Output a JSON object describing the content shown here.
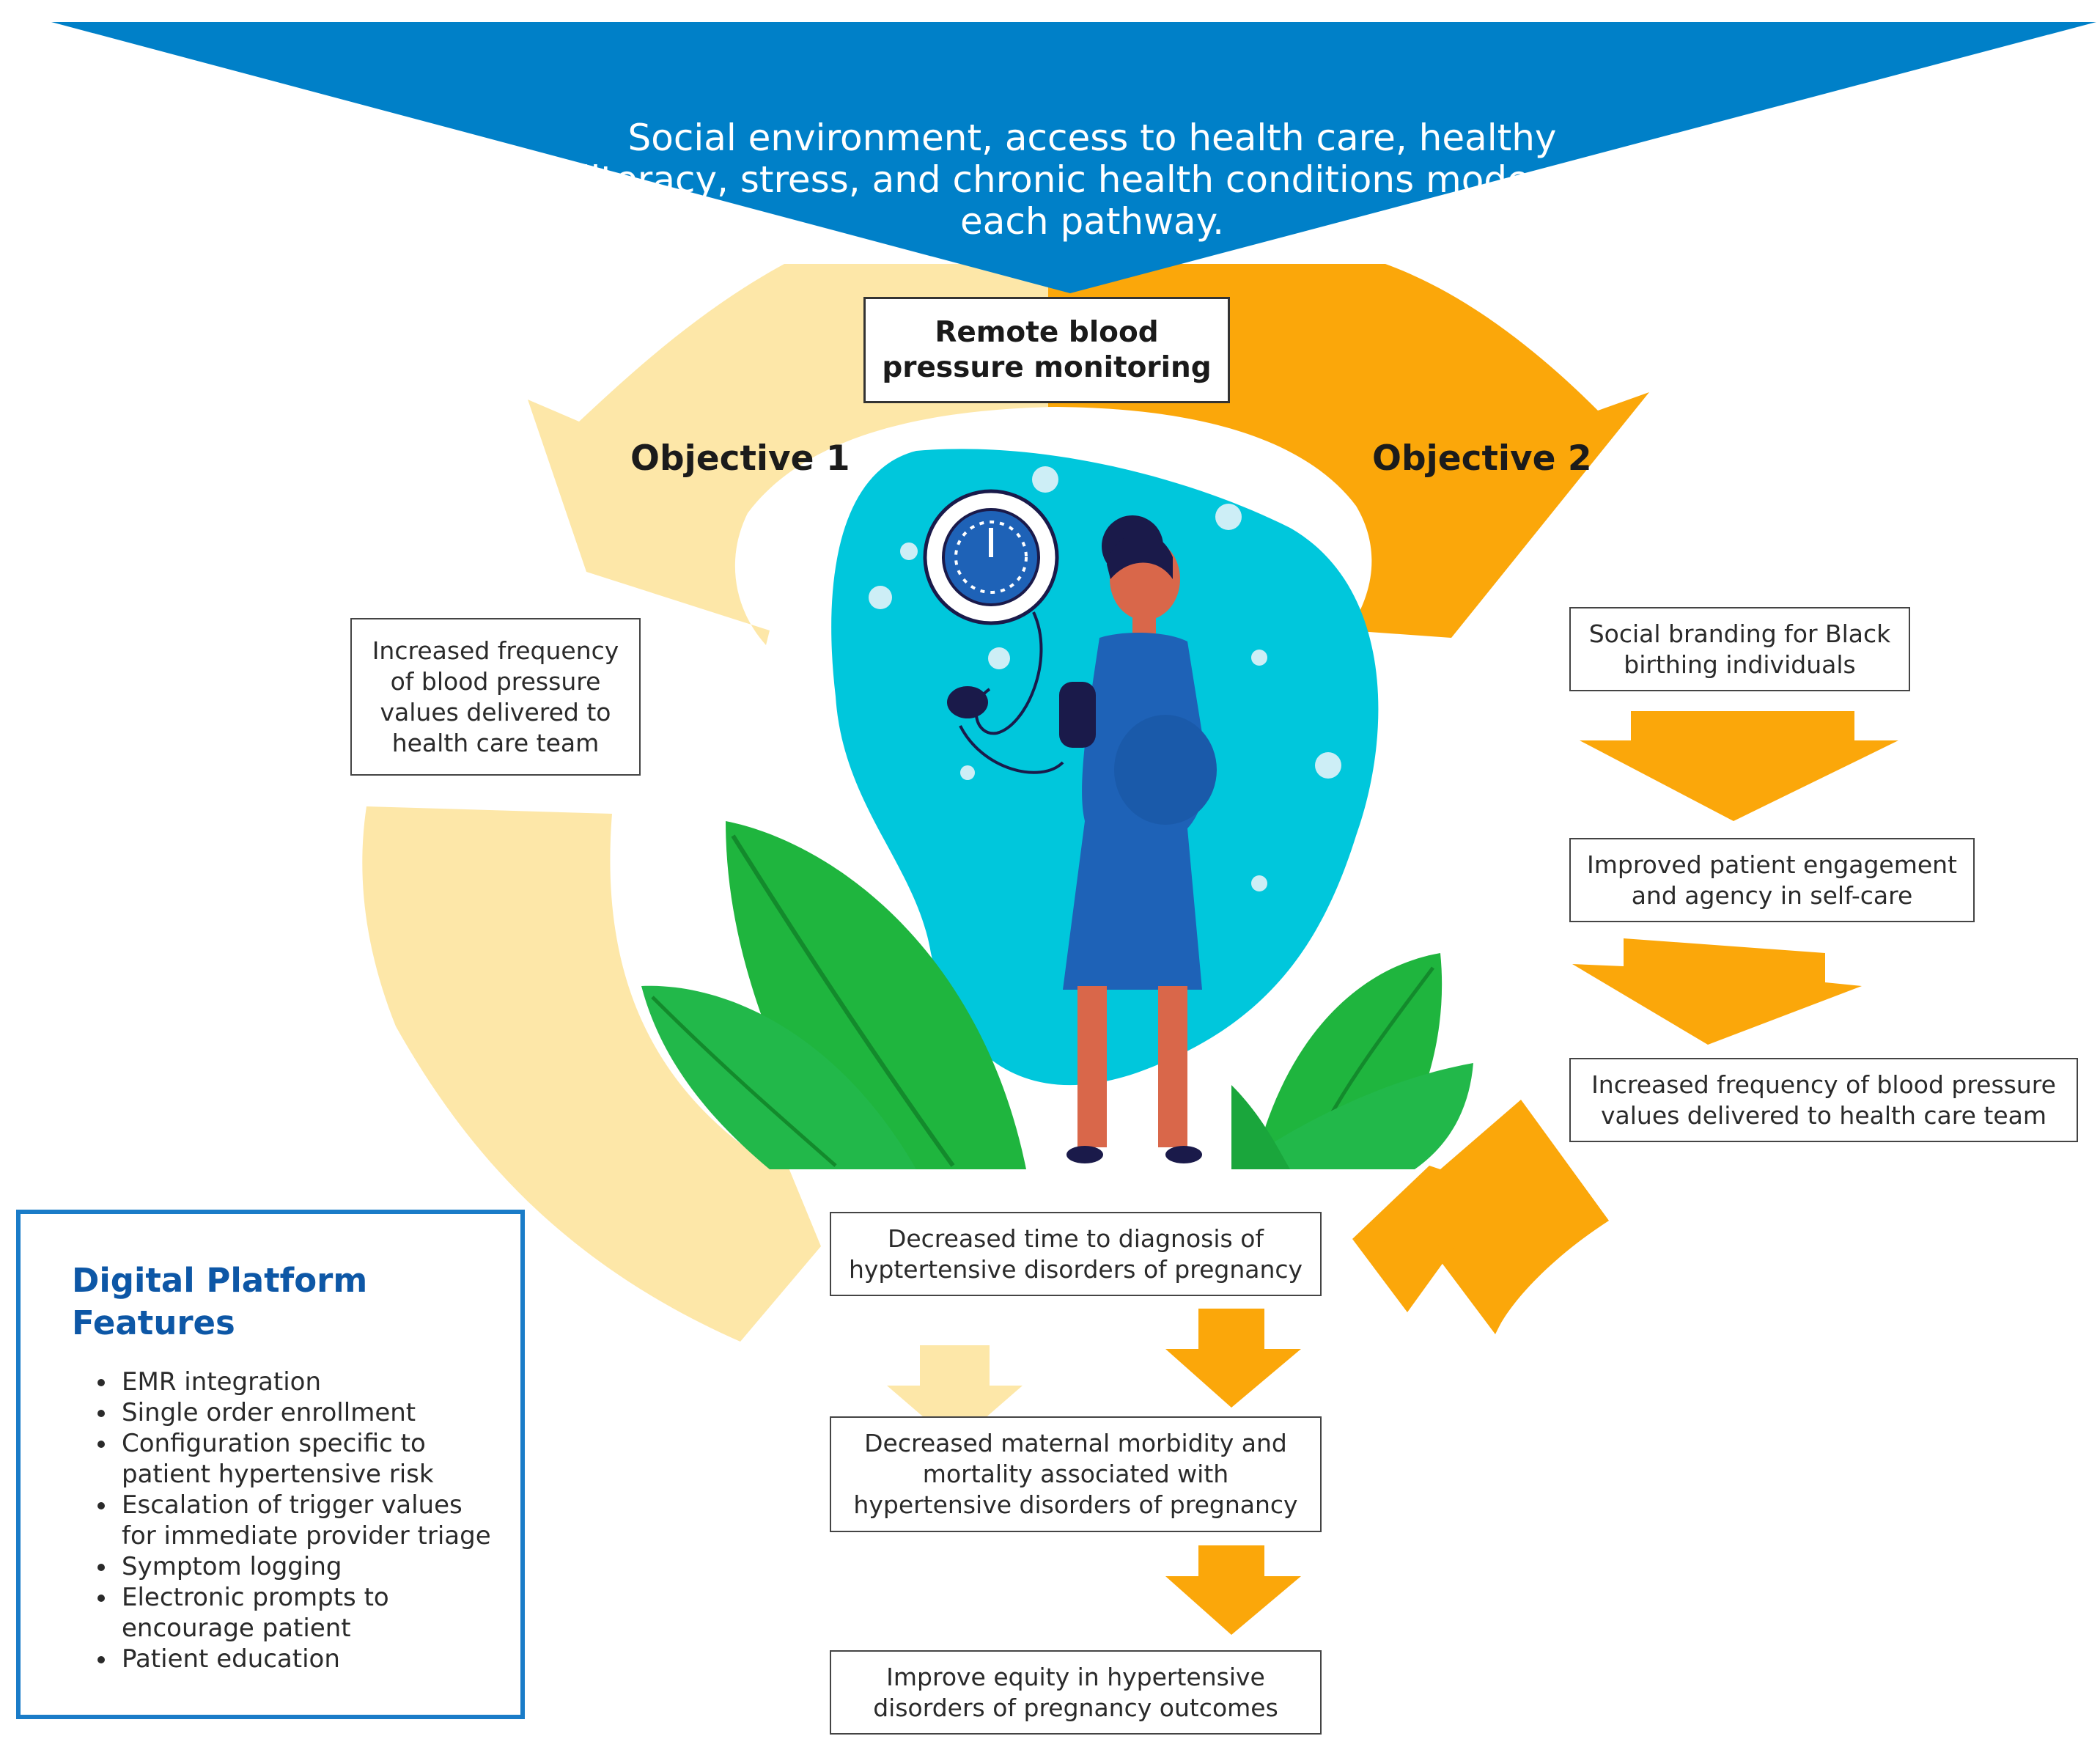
{
  "banner": {
    "text": "Social environment, access to health care, healthy literacy, stress, and chronic health conditions moderate each pathway."
  },
  "center": {
    "title": "Remote blood pressure monitoring"
  },
  "objective1": {
    "label": "Objective 1",
    "box": "Increased frequency of blood pressure values delivered to health care team"
  },
  "objective2": {
    "label": "Objective 2",
    "steps": [
      "Social branding for Black birthing individuals",
      "Improved patient engagement and agency in self-care",
      "Increased frequency of blood pressure values delivered to health care team"
    ]
  },
  "outcomes": [
    "Decreased time to diagnosis of hyptertensive disorders of pregnancy",
    "Decreased maternal morbidity and mortality associated with hypertensive disorders of pregnancy",
    "Improve equity in hypertensive disorders of pregnancy outcomes"
  ],
  "features": {
    "title": "Digital Platform Features",
    "items": [
      "EMR integration",
      "Single order enrollment",
      "Configuration specific to patient hypertensive risk",
      "Escalation of trigger values for immediate provider triage",
      "Symptom logging",
      "Electronic prompts to encourage patient",
      "Patient education"
    ]
  },
  "colors": {
    "banner_blue": "#0080c8",
    "objective1_yellow": "#fde7a8",
    "objective2_orange": "#fba70a",
    "blob_cyan": "#00c7dc",
    "leaf_green": "#1fb53e",
    "features_border": "#1a7cc8",
    "features_title": "#0d57a6"
  }
}
